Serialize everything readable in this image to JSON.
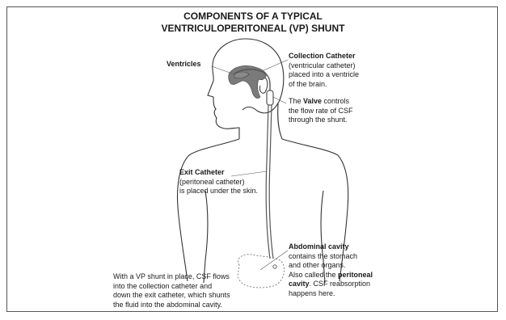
{
  "title": {
    "line1": "COMPONENTS OF A TYPICAL",
    "line2": "VENTRICULOPERITONEAL (VP) SHUNT"
  },
  "labels": {
    "ventricles": "Ventricles",
    "collection": {
      "heading": "Collection Catheter",
      "line1": "(ventricular catheter)",
      "line2": "placed into a ventricle",
      "line3": "of the brain."
    },
    "valve": {
      "pre": "The ",
      "bold": "Valve",
      "post": " controls",
      "line2": "the flow rate of CSF",
      "line3": "through the shunt."
    },
    "exit": {
      "heading": "Exit Catheter",
      "line1": "(peritoneal catheter)",
      "line2": "is placed under the skin."
    },
    "abdominal": {
      "heading": "Abdominal cavity",
      "line1": "contains the stomach",
      "line2": "and other organs.",
      "line3_pre": "Also called the ",
      "line3_bold": "peritoneal",
      "line4_bold": "cavity",
      "line4_post": ". CSF reabsorption",
      "line5": "happens here."
    },
    "note": {
      "line1": "With a VP shunt in place, CSF flows",
      "line2": "into the collection catheter and",
      "line3": "down the exit catheter, which shunts",
      "line4": "the fluid into the abdominal cavity."
    }
  },
  "colors": {
    "outline": "#333333",
    "ventricle_fill": "#7a7a7a",
    "catheter": "#555555",
    "frame": "#555555"
  }
}
